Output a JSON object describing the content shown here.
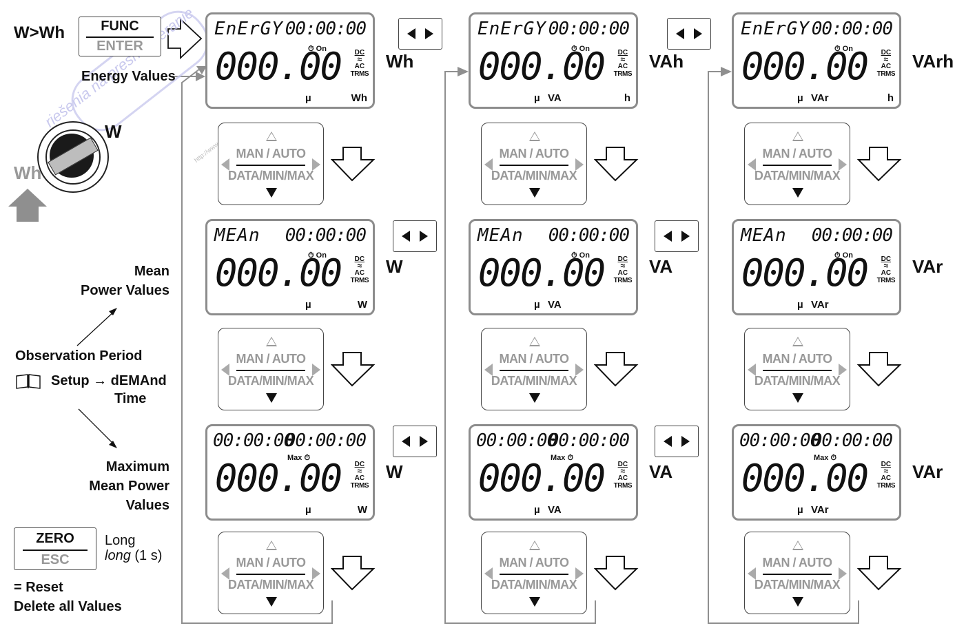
{
  "left": {
    "w_wh": "W>Wh",
    "func_key": {
      "top": "FUNC",
      "bottom": "ENTER"
    },
    "energy_values": "Energy Values",
    "switch_w": "W",
    "switch_wh": "Wh",
    "mean_power_1": "Mean",
    "mean_power_2": "Power Values",
    "observation": "Observation Period",
    "setup": "Setup → dEMAnd",
    "time": "Time",
    "max_1": "Maximum",
    "max_2": "Mean Power",
    "max_3": "Values",
    "zero_key": {
      "top": "ZERO",
      "bottom": "ESC"
    },
    "long": "Long",
    "long_italic": "long",
    "long_suffix": "(1 s)",
    "reset": "= Reset",
    "delete": "Delete all Values"
  },
  "panel": {
    "man_auto": "MAN / AUTO",
    "data_min_max": "DATA/MIN/MAX"
  },
  "watermark": {
    "line1": "riešenia na presné meranie",
    "line2": "http://www.elso.sk"
  },
  "columns": [
    {
      "rows": [
        {
          "word": "EnErGY",
          "time1": "",
          "time2": "00:00:00",
          "flag": "On",
          "value": "000.00",
          "mu": "µ",
          "unit_mid": "",
          "unit_right": "Wh",
          "side": "Wh"
        },
        {
          "word": "MEAn",
          "time1": "",
          "time2": "00:00:00",
          "flag": "On",
          "value": "000.00",
          "mu": "µ",
          "unit_mid": "",
          "unit_right": "W",
          "side": "W"
        },
        {
          "word": "",
          "time1": "00:00:00",
          "time2": "00:00:00",
          "flag": "Max",
          "value": "000.00",
          "mu": "µ",
          "unit_mid": "",
          "unit_right": "W",
          "side": "W"
        }
      ]
    },
    {
      "rows": [
        {
          "word": "EnErGY",
          "time1": "",
          "time2": "00:00:00",
          "flag": "On",
          "value": "000.00",
          "mu": "µ",
          "unit_mid": "VA",
          "unit_right": "h",
          "side": "VAh"
        },
        {
          "word": "MEAn",
          "time1": "",
          "time2": "00:00:00",
          "flag": "On",
          "value": "000.00",
          "mu": "µ",
          "unit_mid": "VA",
          "unit_right": "",
          "side": "VA"
        },
        {
          "word": "",
          "time1": "00:00:00",
          "time2": "00:00:00",
          "flag": "Max",
          "value": "000.00",
          "mu": "µ",
          "unit_mid": "VA",
          "unit_right": "",
          "side": "VA"
        }
      ]
    },
    {
      "rows": [
        {
          "word": "EnErGY",
          "time1": "",
          "time2": "00:00:00",
          "flag": "On",
          "value": "000.00",
          "mu": "µ",
          "unit_mid": "VAr",
          "unit_right": "h",
          "side": "VArh"
        },
        {
          "word": "MEAn",
          "time1": "",
          "time2": "00:00:00",
          "flag": "On",
          "value": "000.00",
          "mu": "µ",
          "unit_mid": "VAr",
          "unit_right": "",
          "side": "VAr"
        },
        {
          "word": "",
          "time1": "00:00:00",
          "time2": "00:00:00",
          "flag": "Max",
          "value": "000.00",
          "mu": "µ",
          "unit_mid": "VAr",
          "unit_right": "",
          "side": "VAr"
        }
      ]
    }
  ],
  "lcd_flags": {
    "dc": "DC",
    "ac": "AC",
    "trms": "TRMS"
  },
  "colors": {
    "lcd_border": "#8c8c8c",
    "gray_text": "#999999",
    "arrow_gray": "#8f8f8f"
  }
}
